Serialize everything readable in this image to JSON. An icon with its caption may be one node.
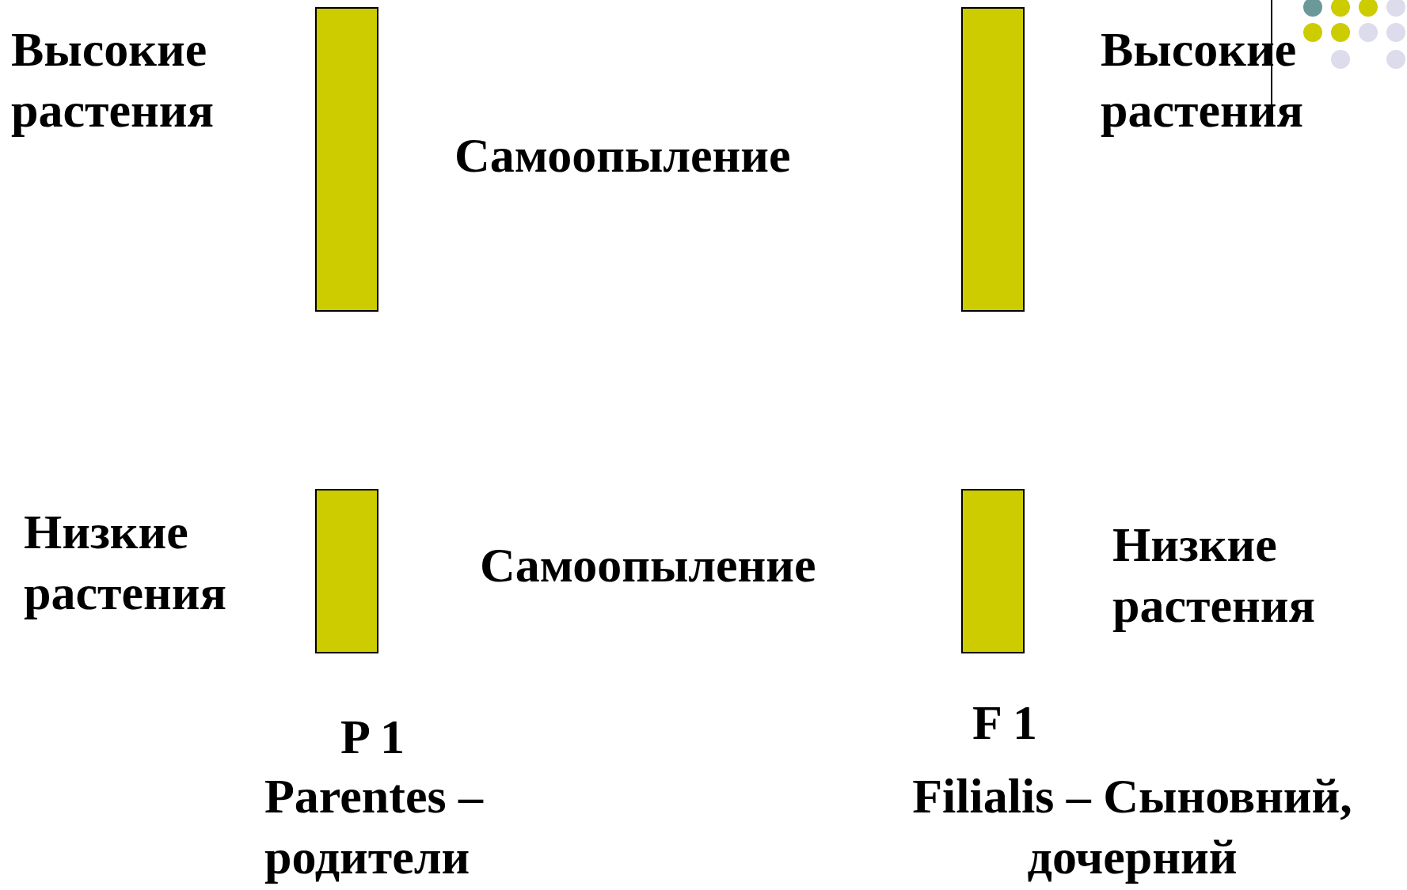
{
  "diagram": {
    "nodes": [
      {
        "text": [],
        "shape": "bar",
        "beside": [
          "Высокие растения"
        ]
      },
      {
        "text": [],
        "shape": "bar",
        "beside": [
          "Высокие растения"
        ]
      },
      {
        "text": [],
        "shape": "bar",
        "beside": [
          "Низкие растения"
        ]
      },
      {
        "text": [],
        "shape": "bar",
        "beside": [
          "Низкие растения"
        ]
      }
    ],
    "edges": [],
    "labels": [
      "Самоопыление",
      "Самоопыление",
      "P 1",
      "F 1",
      "Parentes – родители",
      "Filialis – Сыновний, дочерний"
    ]
  }
}
